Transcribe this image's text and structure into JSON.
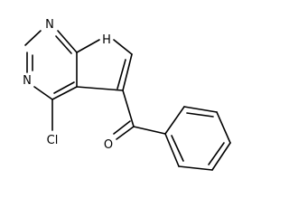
{
  "molecule": {
    "atoms": {
      "n_top": "N",
      "nh": "H",
      "n_left": "N",
      "o": "O",
      "cl": "Cl"
    }
  },
  "colors": {
    "bond": "#000000",
    "background": "#ffffff"
  }
}
